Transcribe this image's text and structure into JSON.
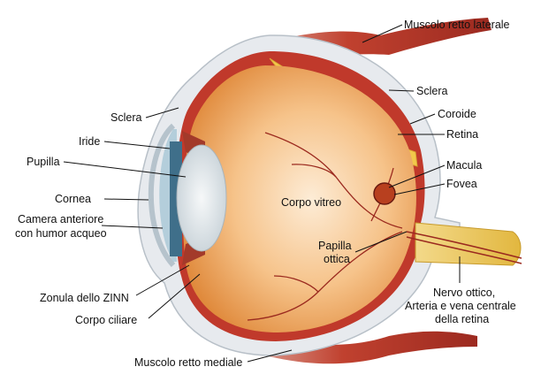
{
  "labels": {
    "muscolo_laterale": "Muscolo retto laterale",
    "sclera_right": "Sclera",
    "coroide": "Coroide",
    "retina": "Retina",
    "macula": "Macula",
    "fovea": "Fovea",
    "corpo_vitreo": "Corpo vitreo",
    "papilla_line1": "Papilla",
    "papilla_line2": "ottica",
    "nervo_line1": "Nervo ottico,",
    "nervo_line2": "Arteria e vena centrale",
    "nervo_line3": "della retina",
    "sclera_left": "Sclera",
    "iride": "Iride",
    "pupilla": "Pupilla",
    "cornea": "Cornea",
    "camera_line1": "Camera anteriore",
    "camera_line2": "con humor acqueo",
    "zonula": "Zonula dello ZINN",
    "corpo_ciliare": "Corpo ciliare",
    "muscolo_mediale": "Muscolo retto mediale"
  },
  "colors": {
    "vitreous": "#f0a85a",
    "vitreous_center": "#fbe3c4",
    "choroid": "#c0392b",
    "sclera": "#e7eaee",
    "retina_band": "#f2c84b",
    "muscle": "#b8362b",
    "nerve": "#e9c45a",
    "lens": "#dfe6ea",
    "iris": "#3f6f8a",
    "vessel": "#9b2a1f"
  }
}
